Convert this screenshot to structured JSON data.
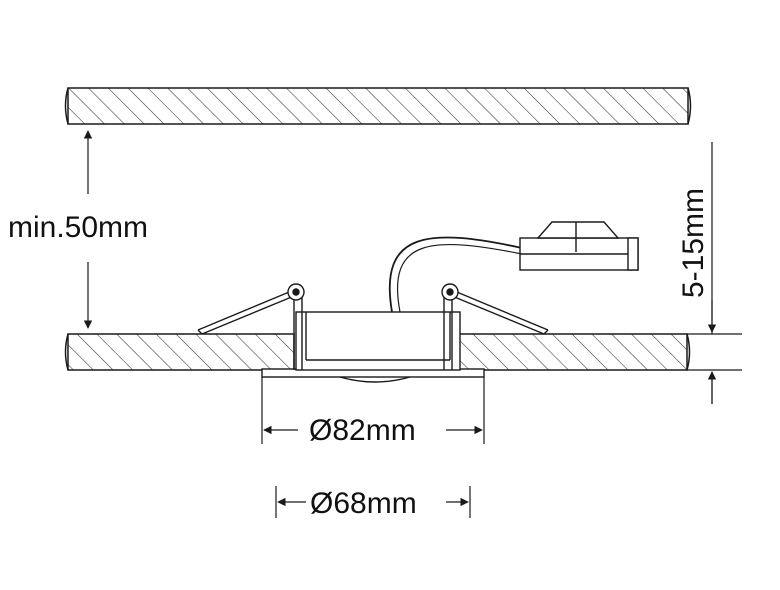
{
  "labels": {
    "clearance": "min.50mm",
    "ceiling_thickness": "5-15mm",
    "outer_diameter": "Ø82mm",
    "cutout_diameter": "Ø68mm"
  },
  "colors": {
    "line": "#1a1a1a",
    "hatch": "#333333",
    "background": "#ffffff"
  }
}
